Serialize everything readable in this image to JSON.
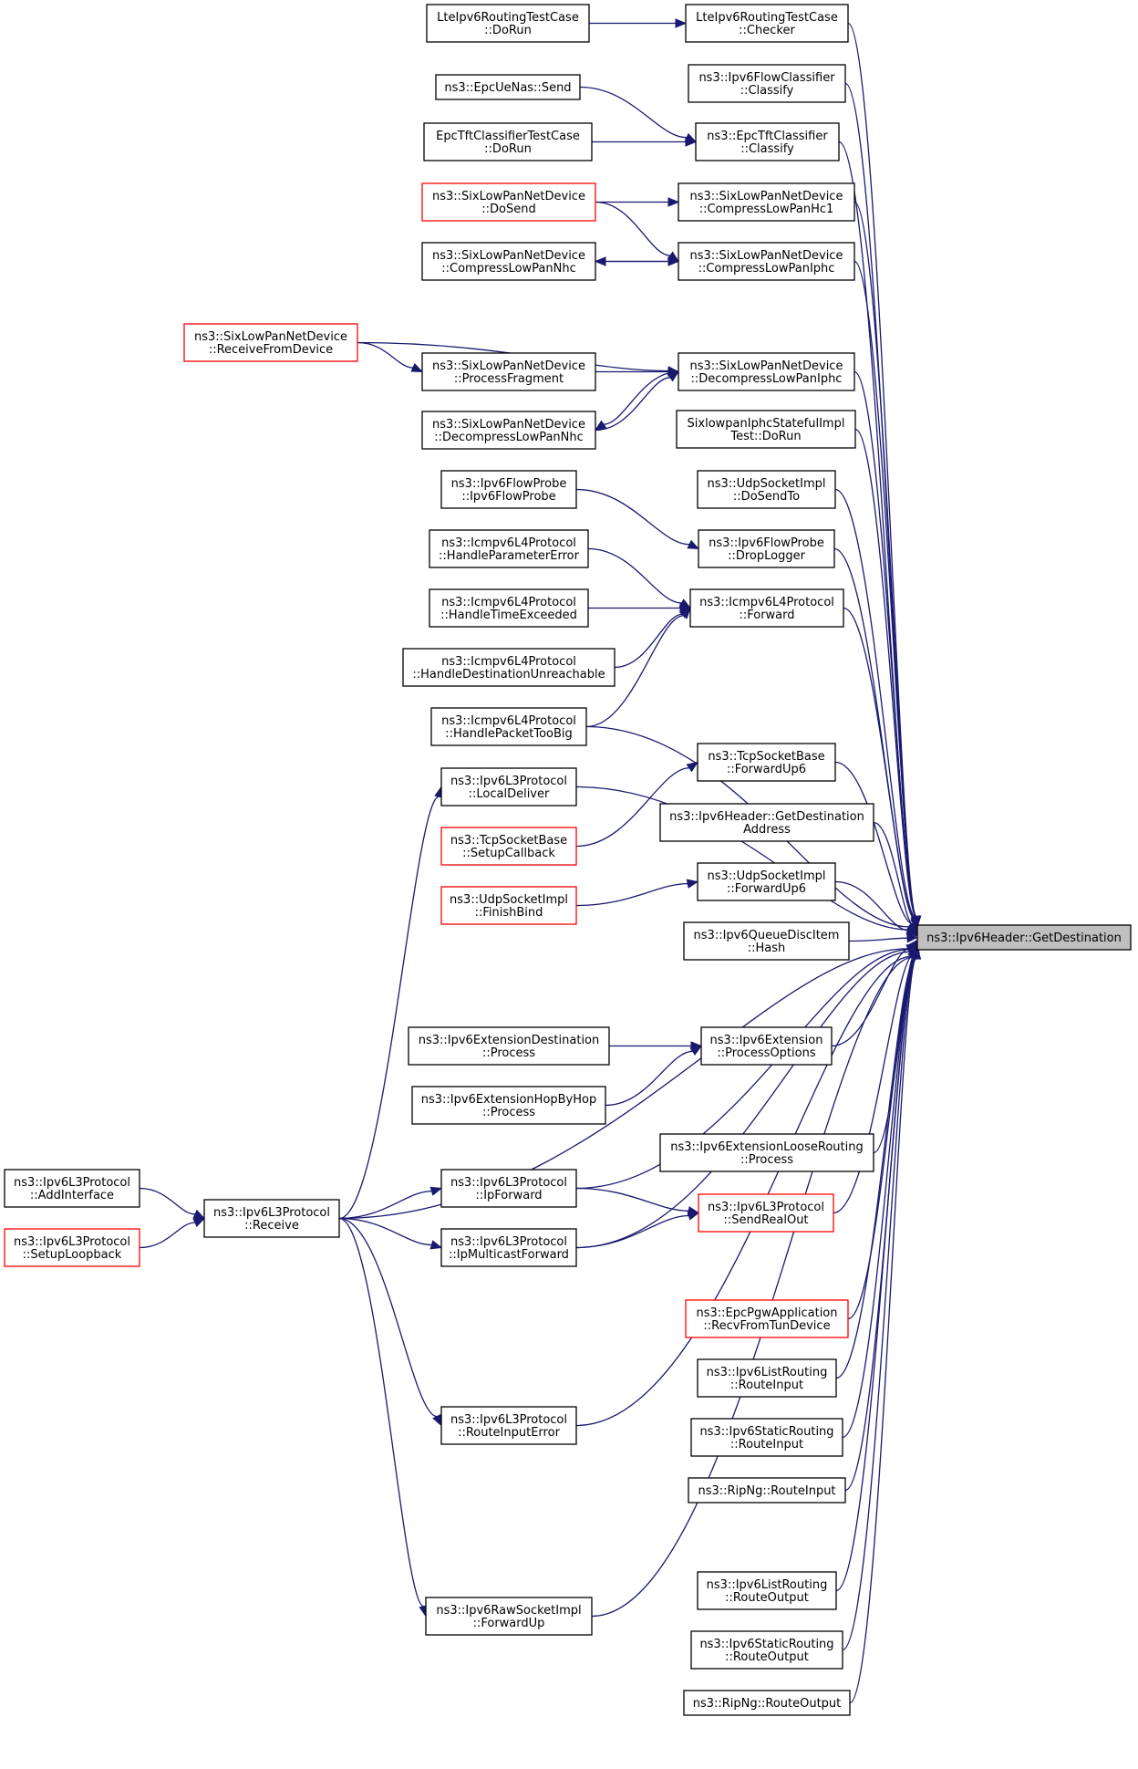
{
  "target": {
    "id": "target",
    "lines": [
      "ns3::Ipv6Header::GetDestination"
    ]
  },
  "nodes": [
    {
      "id": "lte_checker",
      "lines": [
        "LteIpv6RoutingTestCase",
        "::Checker"
      ],
      "red": false
    },
    {
      "id": "lte_dorun",
      "lines": [
        "LteIpv6RoutingTestCase",
        "::DoRun"
      ],
      "red": false
    },
    {
      "id": "flowclass",
      "lines": [
        "ns3::Ipv6FlowClassifier",
        "::Classify"
      ],
      "red": false
    },
    {
      "id": "epcuenas",
      "lines": [
        "ns3::EpcUeNas::Send"
      ],
      "red": false
    },
    {
      "id": "epctft_classify",
      "lines": [
        "ns3::EpcTftClassifier",
        "::Classify"
      ],
      "red": false
    },
    {
      "id": "epctft_dorun",
      "lines": [
        "EpcTftClassifierTestCase",
        "::DoRun"
      ],
      "red": false
    },
    {
      "id": "slp_dosend",
      "lines": [
        "ns3::SixLowPanNetDevice",
        "::DoSend"
      ],
      "red": true
    },
    {
      "id": "slp_hc1",
      "lines": [
        "ns3::SixLowPanNetDevice",
        "::CompressLowPanHc1"
      ],
      "red": false
    },
    {
      "id": "slp_cnhc",
      "lines": [
        "ns3::SixLowPanNetDevice",
        "::CompressLowPanNhc"
      ],
      "red": false
    },
    {
      "id": "slp_ciphc",
      "lines": [
        "ns3::SixLowPanNetDevice",
        "::CompressLowPanIphc"
      ],
      "red": false
    },
    {
      "id": "slp_recv",
      "lines": [
        "ns3::SixLowPanNetDevice",
        "::ReceiveFromDevice"
      ],
      "red": true
    },
    {
      "id": "slp_procfrag",
      "lines": [
        "ns3::SixLowPanNetDevice",
        "::ProcessFragment"
      ],
      "red": false
    },
    {
      "id": "slp_diphc",
      "lines": [
        "ns3::SixLowPanNetDevice",
        "::DecompressLowPanIphc"
      ],
      "red": false
    },
    {
      "id": "slp_dnhc",
      "lines": [
        "ns3::SixLowPanNetDevice",
        "::DecompressLowPanNhc"
      ],
      "red": false
    },
    {
      "id": "sixlowpan_test",
      "lines": [
        "SixlowpanIphcStatefulImpl",
        "Test::DoRun"
      ],
      "red": false
    },
    {
      "id": "udp_dosendto",
      "lines": [
        "ns3::UdpSocketImpl",
        "::DoSendTo"
      ],
      "red": false
    },
    {
      "id": "flowprobe_ctor",
      "lines": [
        "ns3::Ipv6FlowProbe",
        "::Ipv6FlowProbe"
      ],
      "red": false
    },
    {
      "id": "flowprobe_drop",
      "lines": [
        "ns3::Ipv6FlowProbe",
        "::DropLogger"
      ],
      "red": false
    },
    {
      "id": "icmp_param",
      "lines": [
        "ns3::Icmpv6L4Protocol",
        "::HandleParameterError"
      ],
      "red": false
    },
    {
      "id": "icmp_forward",
      "lines": [
        "ns3::Icmpv6L4Protocol",
        "::Forward"
      ],
      "red": false
    },
    {
      "id": "icmp_time",
      "lines": [
        "ns3::Icmpv6L4Protocol",
        "::HandleTimeExceeded"
      ],
      "red": false
    },
    {
      "id": "icmp_dest",
      "lines": [
        "ns3::Icmpv6L4Protocol",
        "::HandleDestinationUnreachable"
      ],
      "red": false
    },
    {
      "id": "icmp_ptb",
      "lines": [
        "ns3::Icmpv6L4Protocol",
        "::HandlePacketTooBig"
      ],
      "red": false
    },
    {
      "id": "tcp_fwdup6",
      "lines": [
        "ns3::TcpSocketBase",
        "::ForwardUp6"
      ],
      "red": false
    },
    {
      "id": "l3_localdeliver",
      "lines": [
        "ns3::Ipv6L3Protocol",
        "::LocalDeliver"
      ],
      "red": false
    },
    {
      "id": "hdr_getdestaddr",
      "lines": [
        "ns3::Ipv6Header::GetDestination",
        "Address"
      ],
      "red": false
    },
    {
      "id": "tcp_setupcb",
      "lines": [
        "ns3::TcpSocketBase",
        "::SetupCallback"
      ],
      "red": true
    },
    {
      "id": "udp_fwdup6",
      "lines": [
        "ns3::UdpSocketImpl",
        "::ForwardUp6"
      ],
      "red": false
    },
    {
      "id": "udp_finishbind",
      "lines": [
        "ns3::UdpSocketImpl",
        "::FinishBind"
      ],
      "red": true
    },
    {
      "id": "qdisc_hash",
      "lines": [
        "ns3::Ipv6QueueDiscItem",
        "::Hash"
      ],
      "red": false
    },
    {
      "id": "ext_dest",
      "lines": [
        "ns3::Ipv6ExtensionDestination",
        "::Process"
      ],
      "red": false
    },
    {
      "id": "ext_procopts",
      "lines": [
        "ns3::Ipv6Extension",
        "::ProcessOptions"
      ],
      "red": false
    },
    {
      "id": "ext_hbh",
      "lines": [
        "ns3::Ipv6ExtensionHopByHop",
        "::Process"
      ],
      "red": false
    },
    {
      "id": "ext_loose",
      "lines": [
        "ns3::Ipv6ExtensionLooseRouting",
        "::Process"
      ],
      "red": false
    },
    {
      "id": "l3_addif",
      "lines": [
        "ns3::Ipv6L3Protocol",
        "::AddInterface"
      ],
      "red": false
    },
    {
      "id": "l3_ipforward",
      "lines": [
        "ns3::Ipv6L3Protocol",
        "::IpForward"
      ],
      "red": false
    },
    {
      "id": "l3_receive",
      "lines": [
        "ns3::Ipv6L3Protocol",
        "::Receive"
      ],
      "red": false
    },
    {
      "id": "l3_sendreal",
      "lines": [
        "ns3::Ipv6L3Protocol",
        "::SendRealOut"
      ],
      "red": true
    },
    {
      "id": "l3_loopback",
      "lines": [
        "ns3::Ipv6L3Protocol",
        "::SetupLoopback"
      ],
      "red": true
    },
    {
      "id": "l3_ipmcast",
      "lines": [
        "ns3::Ipv6L3Protocol",
        "::IpMulticastForward"
      ],
      "red": false
    },
    {
      "id": "epcpgw",
      "lines": [
        "ns3::EpcPgwApplication",
        "::RecvFromTunDevice"
      ],
      "red": true
    },
    {
      "id": "list_rin",
      "lines": [
        "ns3::Ipv6ListRouting",
        "::RouteInput"
      ],
      "red": false
    },
    {
      "id": "l3_rie",
      "lines": [
        "ns3::Ipv6L3Protocol",
        "::RouteInputError"
      ],
      "red": false
    },
    {
      "id": "static_rin",
      "lines": [
        "ns3::Ipv6StaticRouting",
        "::RouteInput"
      ],
      "red": false
    },
    {
      "id": "ripng_rin",
      "lines": [
        "ns3::RipNg::RouteInput"
      ],
      "red": false
    },
    {
      "id": "list_rout",
      "lines": [
        "ns3::Ipv6ListRouting",
        "::RouteOutput"
      ],
      "red": false
    },
    {
      "id": "raw_fwdup",
      "lines": [
        "ns3::Ipv6RawSocketImpl",
        "::ForwardUp"
      ],
      "red": false
    },
    {
      "id": "static_rout",
      "lines": [
        "ns3::Ipv6StaticRouting",
        "::RouteOutput"
      ],
      "red": false
    },
    {
      "id": "ripng_rout",
      "lines": [
        "ns3::RipNg::RouteOutput"
      ],
      "red": false
    }
  ],
  "edges": [
    [
      "lte_checker",
      "target"
    ],
    [
      "lte_dorun",
      "lte_checker"
    ],
    [
      "flowclass",
      "target"
    ],
    [
      "epctft_classify",
      "target"
    ],
    [
      "epcuenas",
      "epctft_classify"
    ],
    [
      "epctft_dorun",
      "epctft_classify"
    ],
    [
      "slp_hc1",
      "target"
    ],
    [
      "slp_dosend",
      "slp_hc1"
    ],
    [
      "slp_ciphc",
      "target"
    ],
    [
      "slp_dosend",
      "slp_ciphc"
    ],
    [
      "slp_cnhc",
      "slp_ciphc"
    ],
    [
      "slp_ciphc",
      "slp_cnhc"
    ],
    [
      "slp_diphc",
      "target"
    ],
    [
      "slp_recv",
      "slp_diphc"
    ],
    [
      "slp_recv",
      "slp_procfrag"
    ],
    [
      "slp_procfrag",
      "slp_diphc"
    ],
    [
      "slp_dnhc",
      "slp_diphc"
    ],
    [
      "slp_diphc",
      "slp_dnhc"
    ],
    [
      "sixlowpan_test",
      "target"
    ],
    [
      "udp_dosendto",
      "target"
    ],
    [
      "flowprobe_drop",
      "target"
    ],
    [
      "flowprobe_ctor",
      "flowprobe_drop"
    ],
    [
      "icmp_forward",
      "target"
    ],
    [
      "icmp_param",
      "icmp_forward"
    ],
    [
      "icmp_time",
      "icmp_forward"
    ],
    [
      "icmp_dest",
      "icmp_forward"
    ],
    [
      "icmp_ptb",
      "icmp_forward"
    ],
    [
      "icmp_ptb",
      "target"
    ],
    [
      "l3_localdeliver",
      "target"
    ],
    [
      "l3_receive",
      "l3_localdeliver"
    ],
    [
      "tcp_fwdup6",
      "target"
    ],
    [
      "tcp_setupcb",
      "tcp_fwdup6"
    ],
    [
      "hdr_getdestaddr",
      "target"
    ],
    [
      "udp_fwdup6",
      "target"
    ],
    [
      "udp_finishbind",
      "udp_fwdup6"
    ],
    [
      "qdisc_hash",
      "target"
    ],
    [
      "l3_receive",
      "target"
    ],
    [
      "ext_procopts",
      "target"
    ],
    [
      "ext_dest",
      "ext_procopts"
    ],
    [
      "ext_hbh",
      "ext_procopts"
    ],
    [
      "l3_ipforward",
      "target"
    ],
    [
      "ext_loose",
      "target"
    ],
    [
      "l3_sendreal",
      "target"
    ],
    [
      "l3_ipforward",
      "l3_sendreal"
    ],
    [
      "l3_ipmcast",
      "l3_sendreal"
    ],
    [
      "l3_receive",
      "l3_ipforward"
    ],
    [
      "l3_receive",
      "l3_ipmcast"
    ],
    [
      "l3_ipmcast",
      "target"
    ],
    [
      "l3_addif",
      "l3_receive"
    ],
    [
      "l3_loopback",
      "l3_receive"
    ],
    [
      "epcpgw",
      "target"
    ],
    [
      "list_rin",
      "target"
    ],
    [
      "static_rin",
      "target"
    ],
    [
      "ripng_rin",
      "target"
    ],
    [
      "l3_rie",
      "target"
    ],
    [
      "l3_receive",
      "l3_rie"
    ],
    [
      "list_rout",
      "target"
    ],
    [
      "static_rout",
      "target"
    ],
    [
      "ripng_rout",
      "target"
    ],
    [
      "raw_fwdup",
      "target"
    ],
    [
      "l3_receive",
      "raw_fwdup"
    ]
  ]
}
